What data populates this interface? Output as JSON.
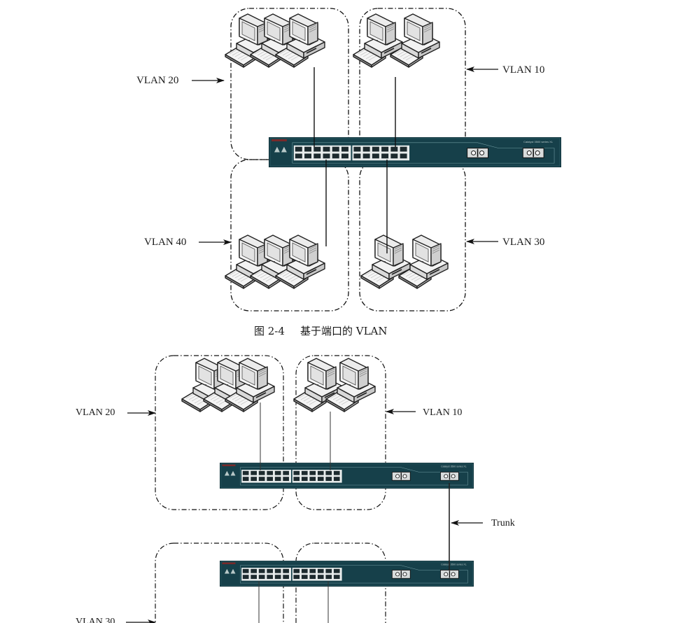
{
  "figure_top": {
    "caption_number": "图 2-4",
    "caption_text": "基于端口的 VLAN",
    "vlan_labels": {
      "top_left": "VLAN 20",
      "top_right": "VLAN 10",
      "bottom_left": "VLAN 40",
      "bottom_right": "VLAN 30"
    },
    "groups": [
      {
        "vlan": "VLAN 20",
        "computers": 3
      },
      {
        "vlan": "VLAN 10",
        "computers": 2
      },
      {
        "vlan": "VLAN 40",
        "computers": 3
      },
      {
        "vlan": "VLAN 30",
        "computers": 2
      }
    ],
    "switch_model": "Catalyst 3500 series XL"
  },
  "figure_bottom": {
    "vlan_labels": {
      "top_left": "VLAN 20",
      "top_right": "VLAN 10",
      "bottom_left": "VLAN 30"
    },
    "trunk_label": "Trunk",
    "groups": [
      {
        "vlan": "VLAN 20",
        "computers": 3
      },
      {
        "vlan": "VLAN 10",
        "computers": 2
      }
    ],
    "switch_model": "Catalyst 3500 series XL"
  },
  "colors": {
    "switch_body": "#16404a",
    "switch_port": "#e8ecec",
    "line": "#111111",
    "text": "#1a1a1a"
  }
}
